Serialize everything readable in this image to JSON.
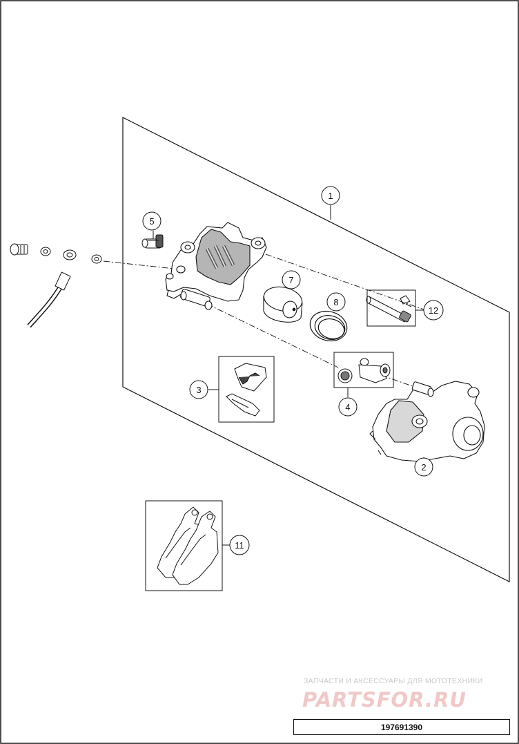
{
  "callouts": {
    "c1": "1",
    "c2": "2",
    "c3": "3",
    "c4": "4",
    "c5": "5",
    "c7": "7",
    "c8": "8",
    "c11": "11",
    "c12": "12"
  },
  "watermark": {
    "tagline": "ЗАПЧАСТИ И АКСЕССУАРЫ ДЛЯ МОТОТЕХНИКИ",
    "logo": "PARTSFOR.RU"
  },
  "part_number": "197691390",
  "colors": {
    "line": "#111111",
    "part_fill": "#ffffff",
    "shade": "#8a8a8a",
    "watermark_red": "#f0c8c8",
    "watermark_grey": "#c9c9c9"
  }
}
